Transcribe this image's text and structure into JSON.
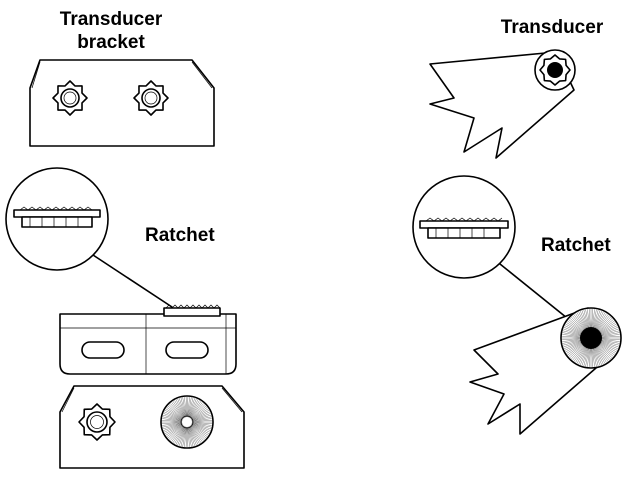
{
  "labels": {
    "transducer_bracket_line1": "Transducer",
    "transducer_bracket_line2": "bracket",
    "transducer": "Transducer",
    "ratchet_left": "Ratchet",
    "ratchet_right": "Ratchet"
  },
  "colors": {
    "line": "#000000",
    "background": "#ffffff"
  },
  "icons": [
    "gear-nut-icon",
    "ratchet-wheel-icon",
    "slot-hole-icon"
  ]
}
